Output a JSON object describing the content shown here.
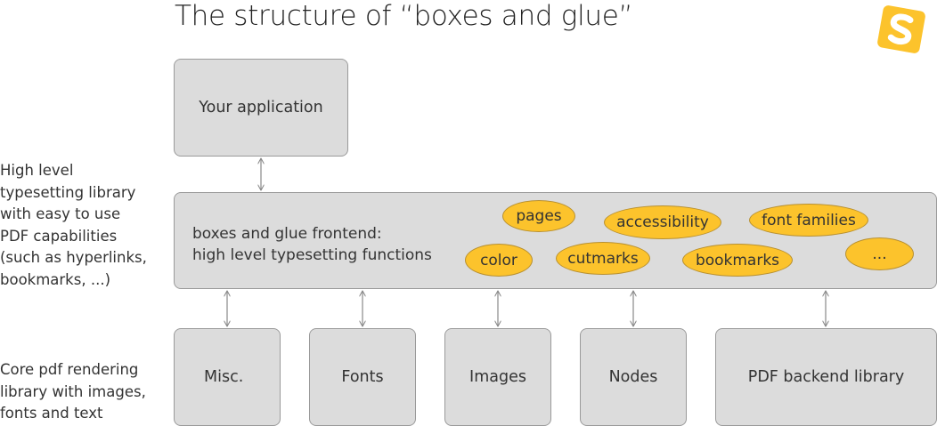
{
  "title": "The structure of “boxes and glue”",
  "logo": {
    "icon": "speedata-s-logo-icon",
    "color": "#fcc32c"
  },
  "side_notes": {
    "high_level": "High level\ntypesetting library\nwith easy to use\nPDF capabilities\n(such as hyperlinks,\nbookmarks, ...)",
    "core": "Core pdf rendering\nlibrary with images,\nfonts and text"
  },
  "boxes": {
    "application": "Your application",
    "frontend": "boxes and glue frontend:\nhigh level typesetting functions",
    "misc": "Misc.",
    "fonts": "Fonts",
    "images": "Images",
    "nodes": "Nodes",
    "pdf_backend": "PDF backend library"
  },
  "features": {
    "pages": "pages",
    "accessibility": "accessibility",
    "font_families": "font families",
    "color": "color",
    "cutmarks": "cutmarks",
    "bookmarks": "bookmarks",
    "more": "..."
  },
  "colors": {
    "box_fill": "#dcdcdc",
    "pill_fill": "#fcc32c"
  }
}
